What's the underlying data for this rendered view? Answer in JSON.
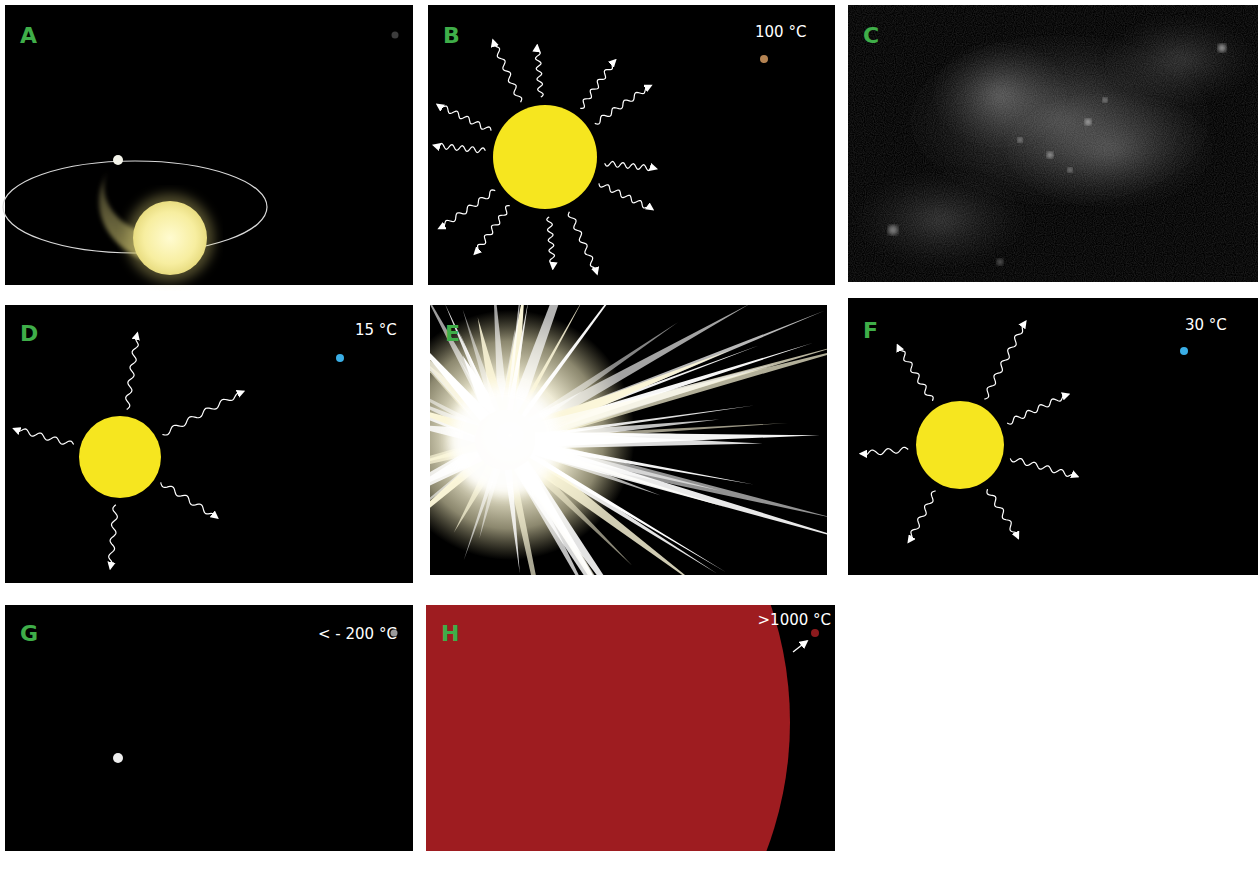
{
  "diagram": {
    "nodes": [
      {
        "text": [
          "A"
        ]
      },
      {
        "text": [
          "B",
          "100 °C"
        ]
      },
      {
        "text": [
          "C"
        ]
      },
      {
        "text": [
          "D",
          "15 °C"
        ]
      },
      {
        "text": [
          "E"
        ]
      },
      {
        "text": [
          "F",
          "30 °C"
        ]
      },
      {
        "text": [
          "G",
          "< - 200 °C"
        ]
      },
      {
        "text": [
          "H",
          ">1000 °C"
        ]
      }
    ]
  }
}
